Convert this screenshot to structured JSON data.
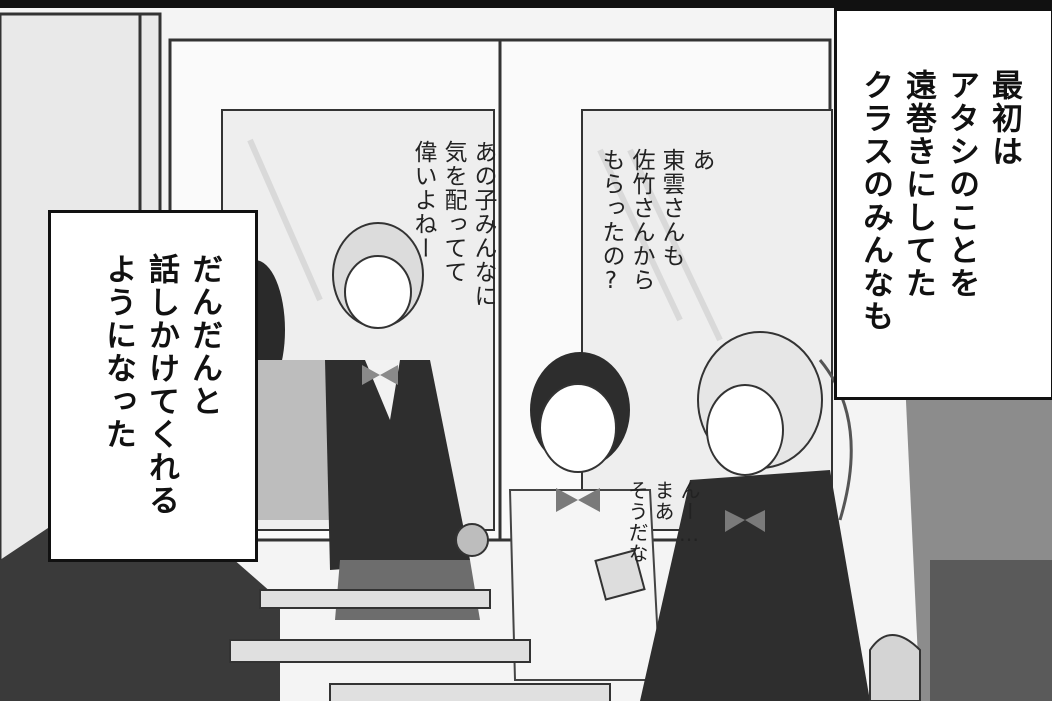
{
  "narration_right": {
    "lines": [
      "最初は",
      "アタシのことを",
      "遠巻きにしてた",
      "クラスのみんなも"
    ]
  },
  "narration_left": {
    "lines": [
      "だんだんと",
      "話しかけてくれる",
      "ようになった"
    ]
  },
  "dialogue": [
    {
      "speaker": "ponytail-girl",
      "lines": [
        "あの子みんなに",
        "気を配ってて",
        "偉いよねー"
      ]
    },
    {
      "speaker": "short-hair-girl",
      "lines": [
        "あ",
        "東雲さんも",
        "佐竹さんから",
        "もらったの?"
      ]
    },
    {
      "speaker": "blonde-girl",
      "lines": [
        "んー…",
        "まあ",
        "そうだな"
      ]
    }
  ]
}
